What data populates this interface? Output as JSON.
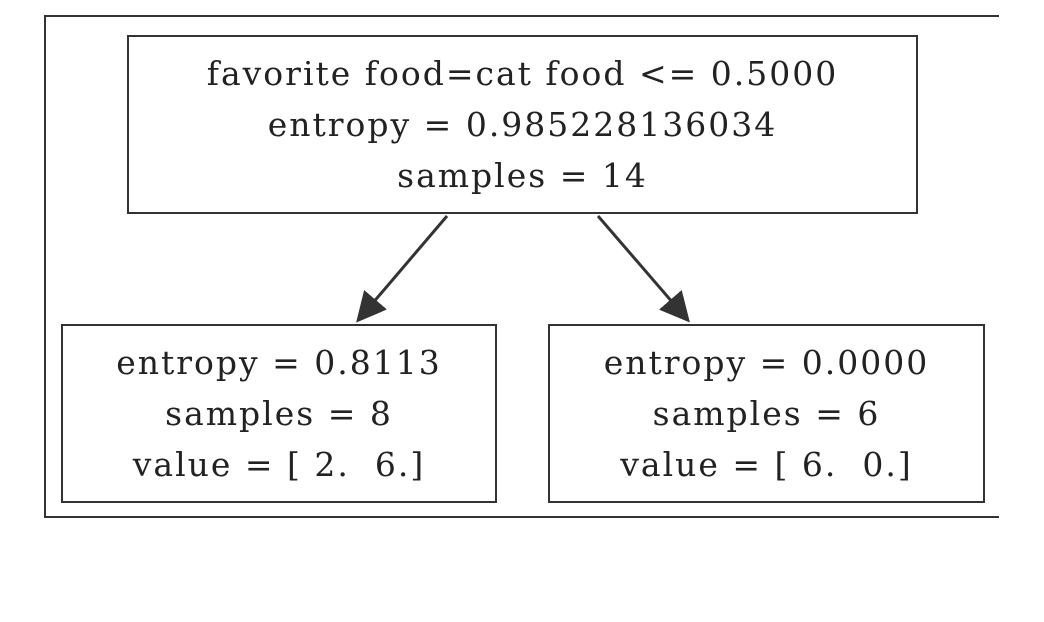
{
  "tree": {
    "root": {
      "lines": [
        "favorite food=cat food <= 0.5000",
        "entropy = 0.985228136034",
        "samples = 14"
      ]
    },
    "left": {
      "lines": [
        "entropy = 0.8113",
        "samples = 8",
        "value = [ 2.  6.]"
      ]
    },
    "right": {
      "lines": [
        "entropy = 0.0000",
        "samples = 6",
        "value = [ 6.  0.]"
      ]
    }
  },
  "colors": {
    "border": "#333333",
    "text": "#222222",
    "background": "#ffffff"
  }
}
